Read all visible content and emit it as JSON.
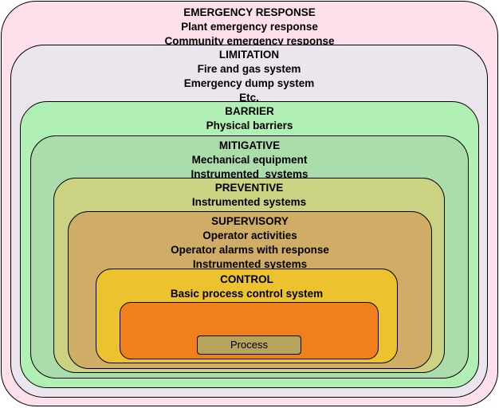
{
  "layers": [
    {
      "id": "emergency-response",
      "color": "#fde0ec",
      "lines": [
        "EMERGENCY RESPONSE",
        "Plant emergency response",
        "Community emergency response"
      ]
    },
    {
      "id": "limitation",
      "color": "#ebe6ee",
      "lines": [
        "LIMITATION",
        "Fire and gas system",
        "Emergency dump system",
        "Etc."
      ]
    },
    {
      "id": "barrier",
      "color": "#b0f0b4",
      "lines": [
        "BARRIER",
        "Physical barriers"
      ]
    },
    {
      "id": "mitigative",
      "color": "#abdcab",
      "lines": [
        "MITIGATIVE",
        "Mechanical equipment",
        "Instrumented  systems"
      ]
    },
    {
      "id": "preventive",
      "color": "#cbd281",
      "lines": [
        "PREVENTIVE",
        "Instrumented systems"
      ]
    },
    {
      "id": "supervisory",
      "color": "#cfad66",
      "lines": [
        "SUPERVISORY",
        "Operator activities",
        "Operator alarms with response",
        "Instrumented systems"
      ]
    },
    {
      "id": "control",
      "color": "#ecc22e",
      "lines": [
        "CONTROL",
        "Basic process control system"
      ]
    },
    {
      "id": "process-area",
      "color": "#f07f1c",
      "lines": []
    }
  ],
  "process": {
    "label": "Process",
    "color": "#b6a45c"
  }
}
